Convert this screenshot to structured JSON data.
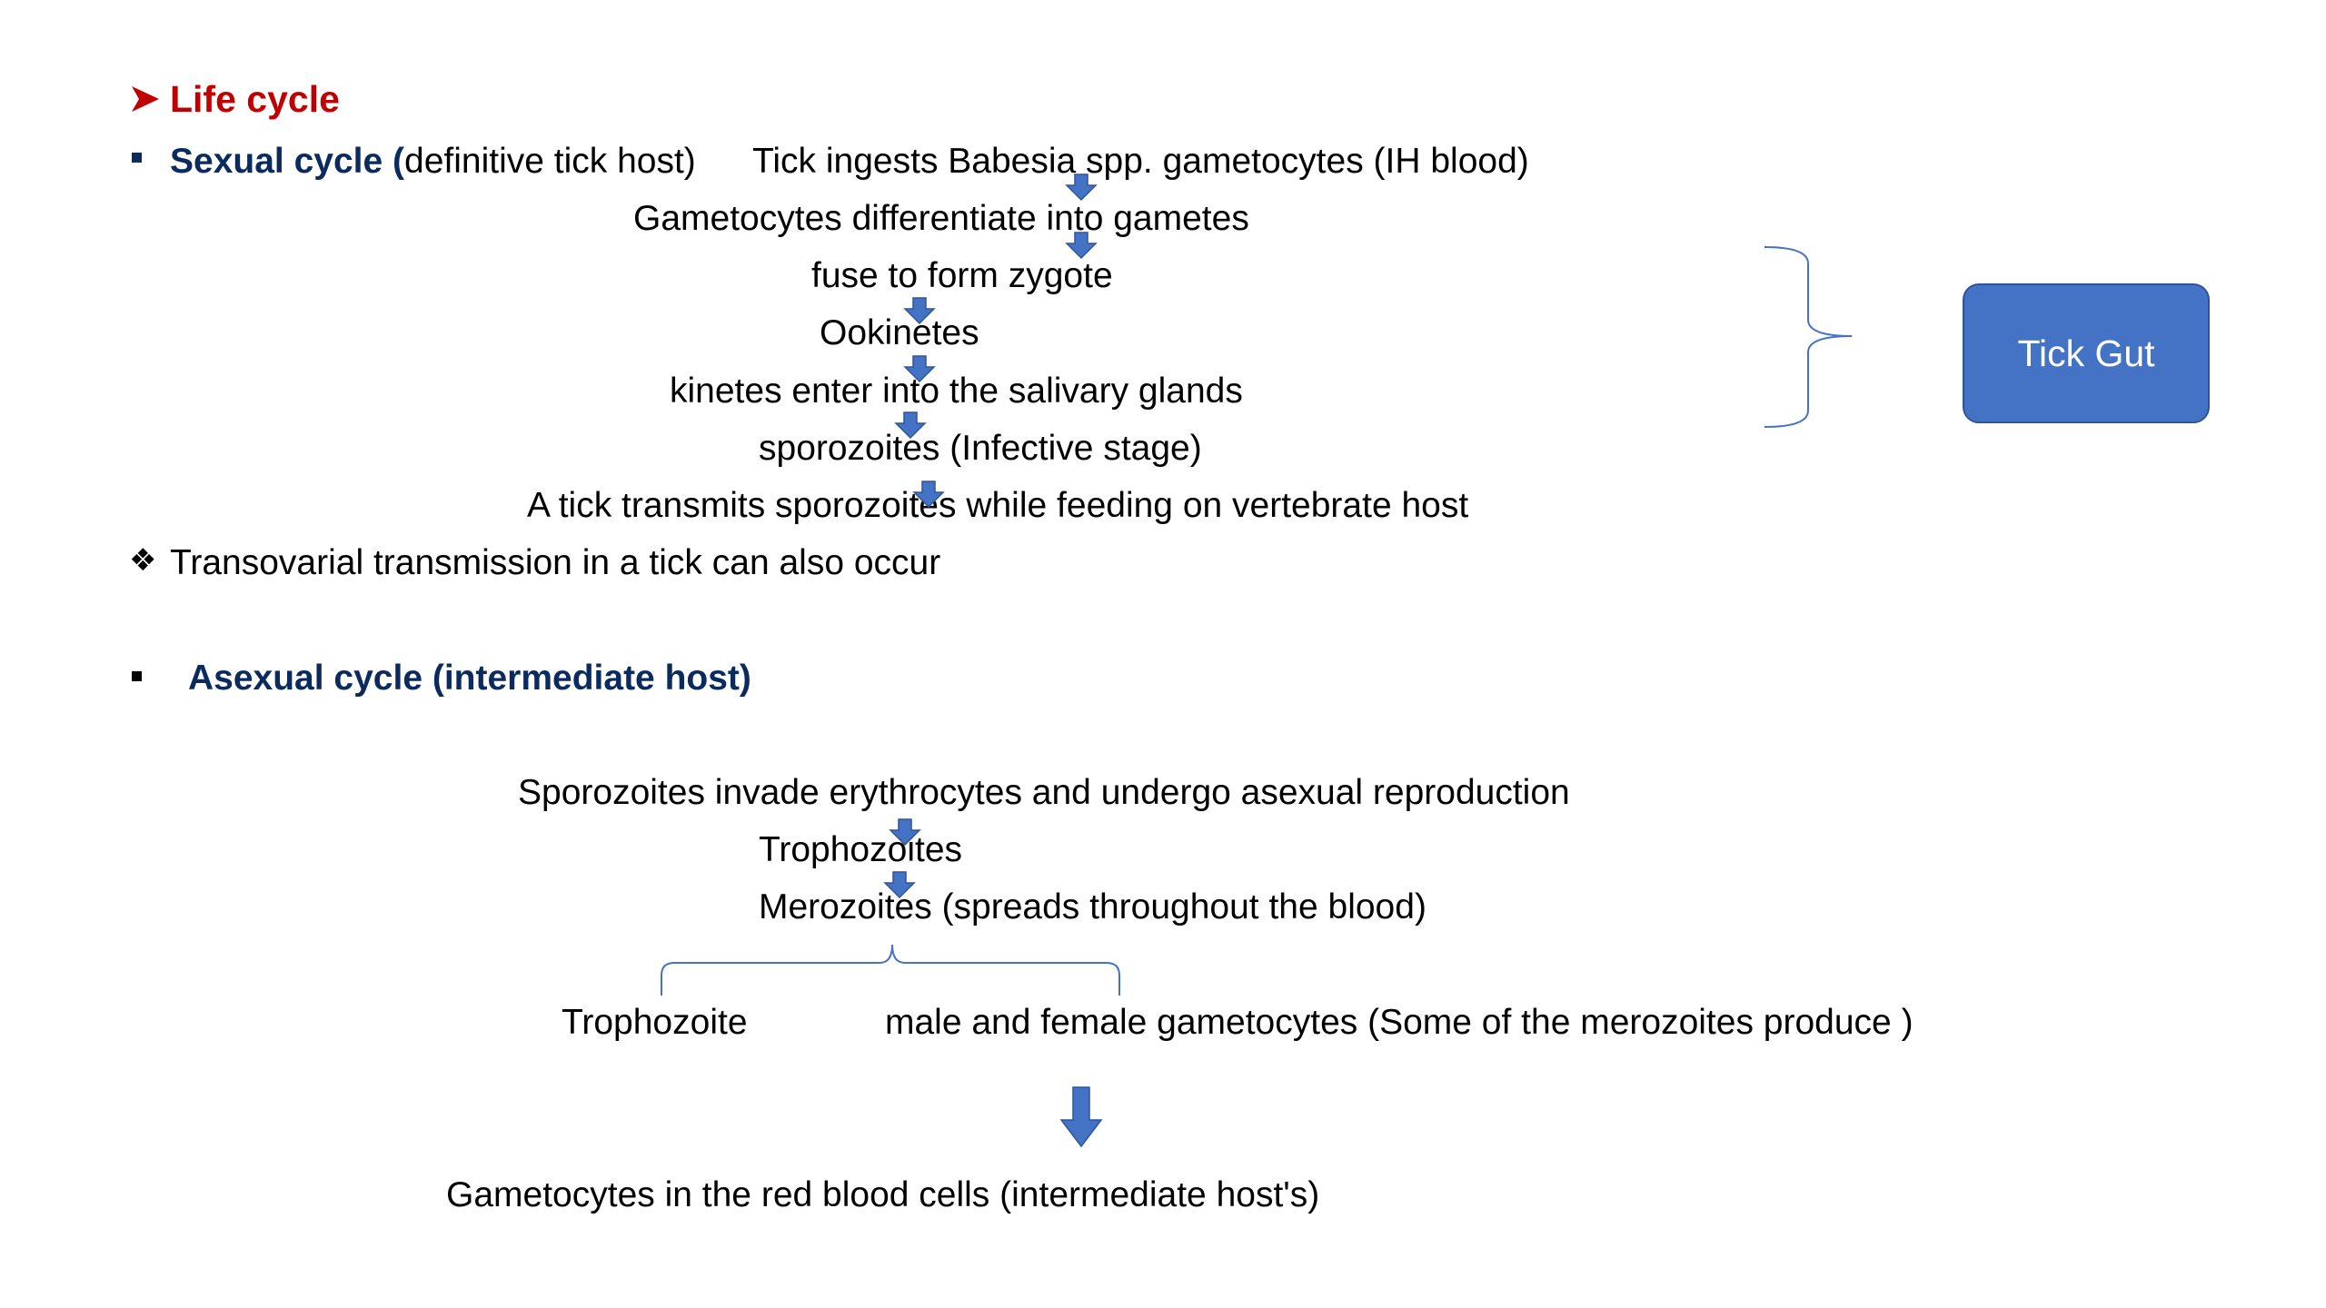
{
  "title": "Life cycle",
  "sexual": {
    "label_bold": "Sexual cycle (",
    "label_rest": "definitive tick host)",
    "steps": [
      "Tick ingests Babesia spp. gametocytes (IH blood)",
      "Gametocytes differentiate into gametes",
      "fuse to form zygote",
      "Ookinetes",
      "kinetes enter into the salivary glands",
      "sporozoites (Infective stage)",
      "A tick transmits sporozoites while feeding on vertebrate host"
    ],
    "note": "Transovarial transmission in a tick can also occur",
    "box_label": "Tick Gut"
  },
  "asexual": {
    "label": "Asexual cycle (intermediate host)",
    "steps": [
      "Sporozoites invade erythrocytes and undergo asexual reproduction",
      "Trophozoites",
      "Merozoites  (spreads throughout the blood)"
    ],
    "branch_left": "Trophozoite",
    "branch_right": "male and female gametocytes (Some of the merozoites produce )",
    "final": "Gametocytes in the red blood cells (intermediate host's)"
  },
  "colors": {
    "title": "#c00000",
    "heading": "#0b2a5e",
    "arrow": "#4472c4",
    "box": "#4472c4"
  }
}
